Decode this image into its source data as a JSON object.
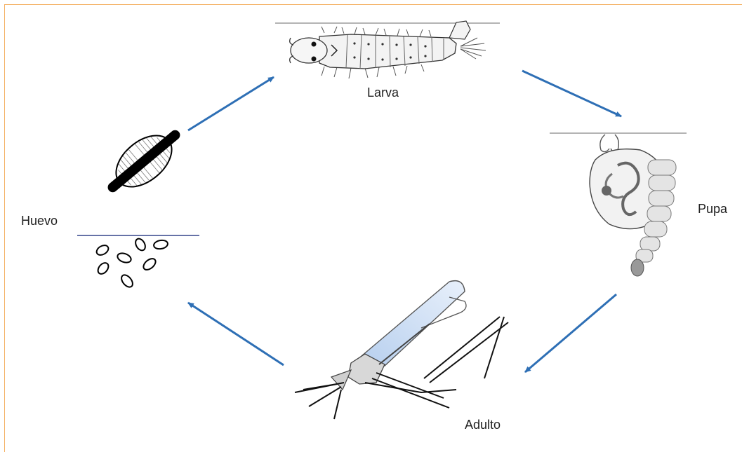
{
  "stages": {
    "egg": {
      "label": "Huevo"
    },
    "larva": {
      "label": "Larva"
    },
    "pupa": {
      "label": "Pupa"
    },
    "adult": {
      "label": "Adulto"
    }
  },
  "colors": {
    "arrow": "#2e6fb5",
    "frame": "#f4b266",
    "water_line": "#888888",
    "egg_water_line": "#33448a",
    "wing": "#c9dcf2"
  },
  "icons": [
    "egg-icon",
    "egg-cluster-icon",
    "larva-icon",
    "pupa-icon",
    "mosquito-icon",
    "arrow-icon"
  ]
}
